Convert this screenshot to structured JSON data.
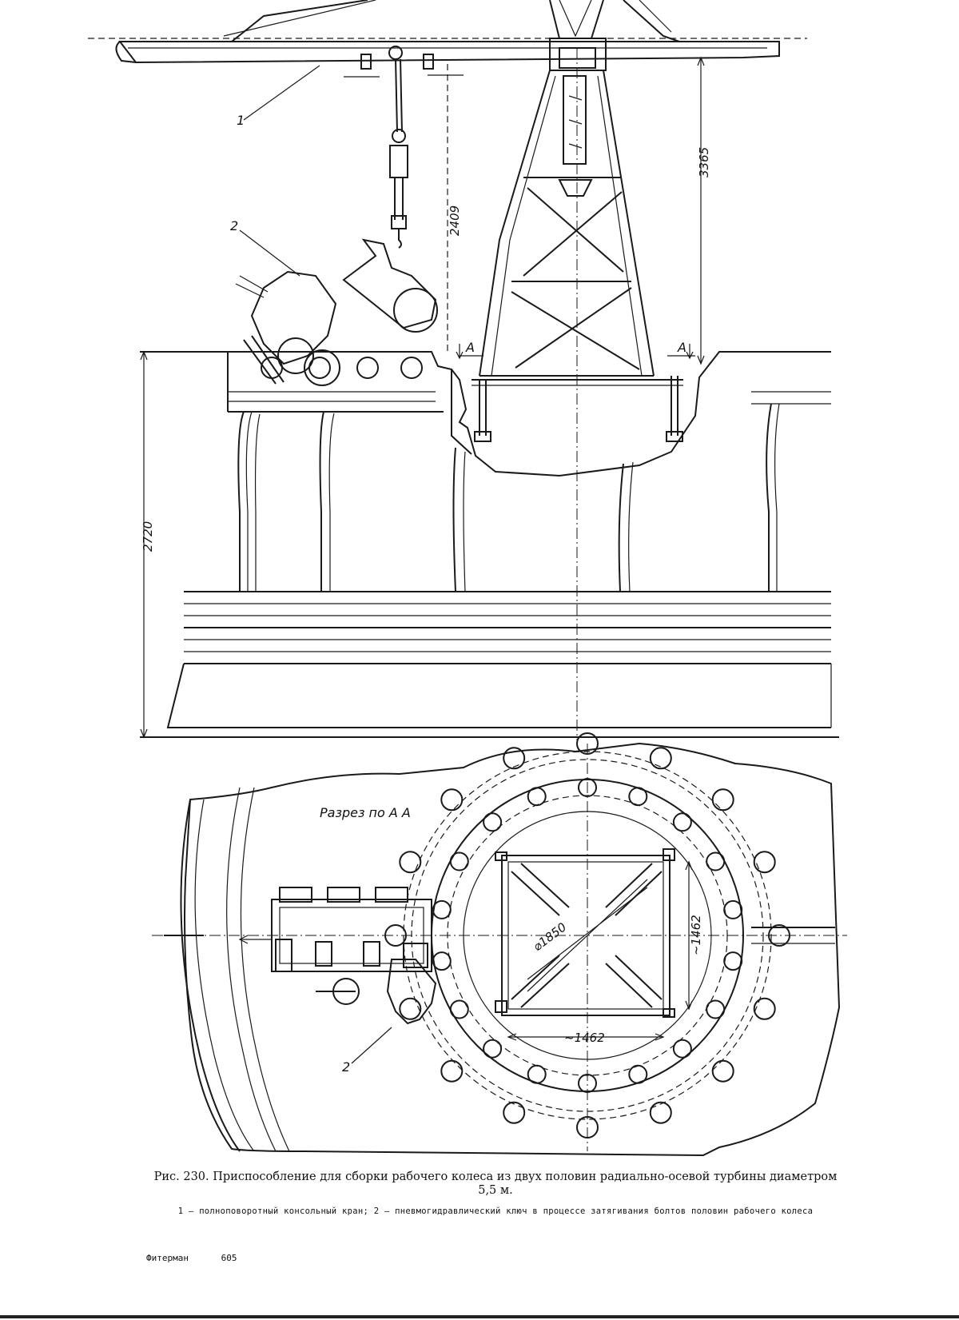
{
  "drawing": {
    "dimensions": {
      "crane_height": "3365",
      "hook_height": "2409",
      "unit_height": "2720",
      "diameter": "⌀1850",
      "frame_width": "~1462",
      "frame_side": "~1462"
    },
    "callouts": {
      "crane": "1",
      "wrench_top": "2",
      "wrench_plan": "2",
      "section_mark_left": "A",
      "section_mark_right": "A"
    },
    "section_title": "Разрез по А А"
  },
  "caption": {
    "title": "Рис. 230. Приспособление для сборки рабочего колеса из двух половин радиально-осевой турбины диаметром 5,5 м.",
    "legend": "1 — полноповоротный консольный кран; 2 — пневмогидравлический ключ в процессе затягивания болтов половин рабочего колеса"
  },
  "footer": {
    "author": "Фитерман",
    "page_code": "605"
  }
}
